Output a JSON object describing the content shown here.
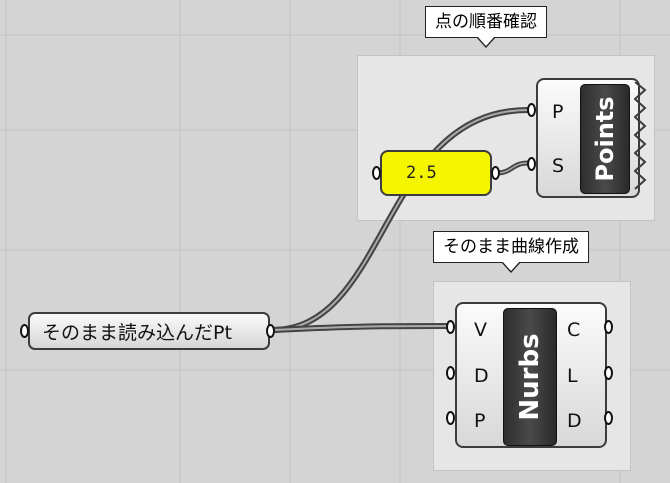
{
  "groups": {
    "order_check": {
      "label": "点の順番確認"
    },
    "curve_create": {
      "label": "そのまま曲線作成"
    }
  },
  "params": {
    "read_points": {
      "label": "そのまま読み込んだPt"
    },
    "slider": {
      "value": "2.5"
    }
  },
  "components": {
    "points": {
      "name": "Points",
      "inputs": [
        "P",
        "S"
      ]
    },
    "nurbs": {
      "name": "Nurbs",
      "inputs": [
        "V",
        "D",
        "P"
      ],
      "outputs": [
        "C",
        "L",
        "D"
      ]
    }
  },
  "colors": {
    "canvas": "#d4d4d4",
    "group": "#e6e6e6",
    "slider": "#f5f500",
    "wire": "#555555"
  }
}
